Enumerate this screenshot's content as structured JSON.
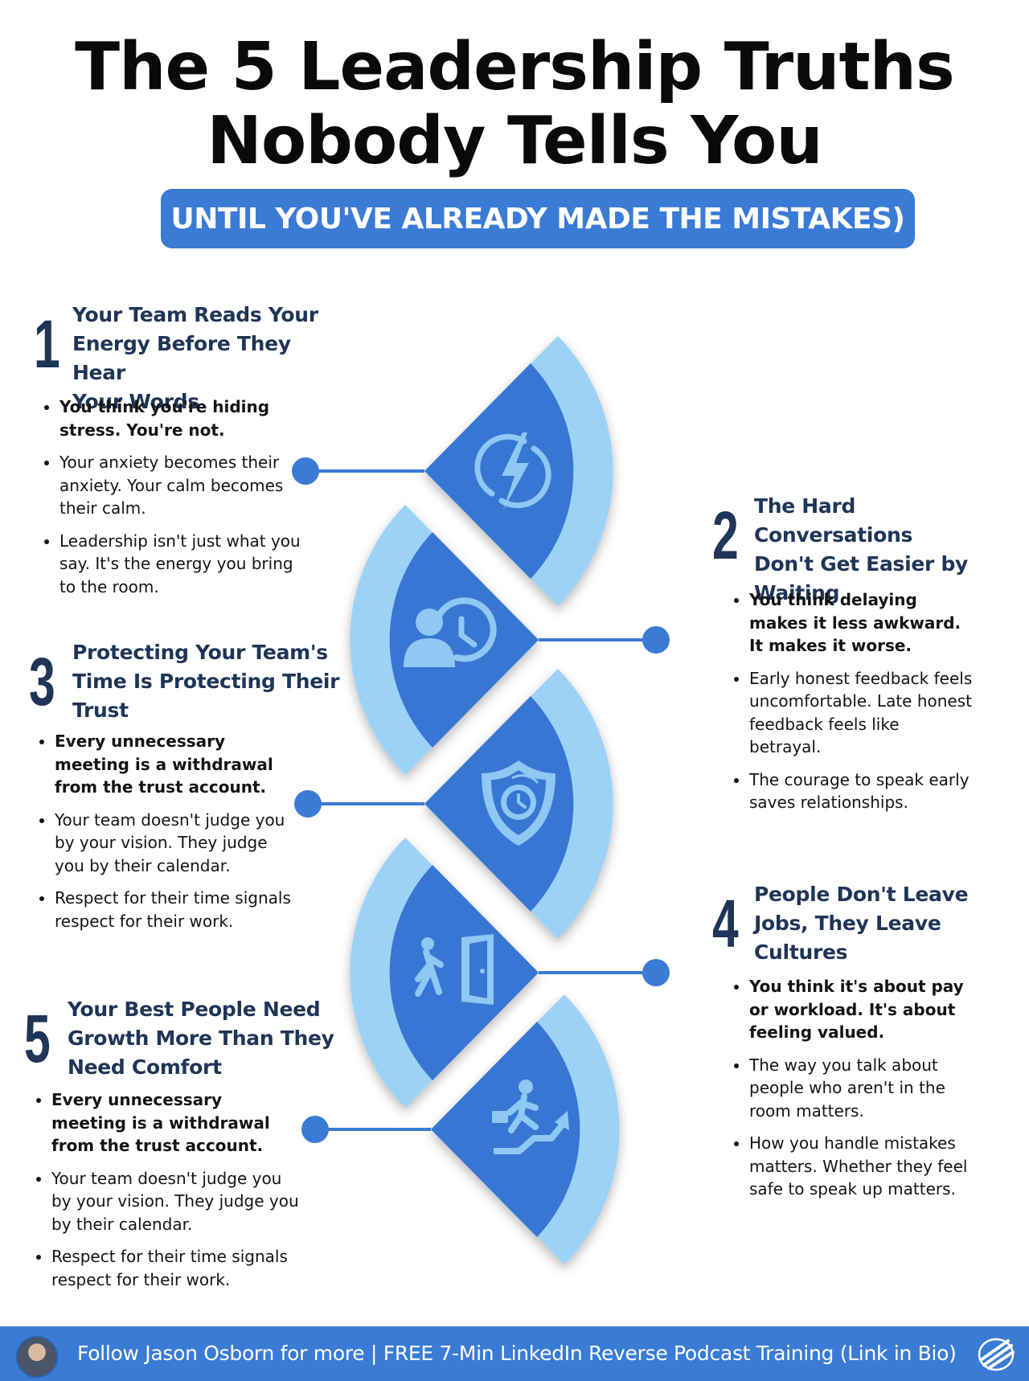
{
  "title": {
    "line1": "The 5 Leadership Truths",
    "line2": "Nobody Tells You"
  },
  "subtitle": "UNTIL YOU'VE ALREADY MADE THE MISTAKES)",
  "colors": {
    "accent": "#3a7bd5",
    "light": "#9dd2f7",
    "heading": "#1f3557",
    "dark_blue": "#3776d3"
  },
  "truths": [
    {
      "number": "1",
      "heading": [
        "Your Team Reads Your",
        "Energy Before They Hear",
        "Your Words"
      ],
      "bullets": [
        "You think you're hiding stress. You're not.",
        "Your anxiety becomes their anxiety. Your calm becomes their calm.",
        "Leadership isn't just what you say. It's the energy you bring to the room."
      ],
      "icon": "lightning-icon"
    },
    {
      "number": "2",
      "heading": [
        "The Hard Conversations",
        "Don't Get Easier by",
        "Waiting"
      ],
      "bullets": [
        "You think delaying makes it less awkward. It makes it worse.",
        "Early honest feedback feels uncomfortable. Late honest feedback feels like betrayal.",
        "The courage to speak early saves relationships."
      ],
      "icon": "person-clock-icon"
    },
    {
      "number": "3",
      "heading": [
        "Protecting Your Team's",
        "Time Is Protecting Their",
        "Trust"
      ],
      "bullets": [
        "Every unnecessary meeting is a withdrawal from the trust account.",
        "Your team doesn't judge you by your vision. They judge you by their calendar.",
        "Respect for their time signals respect for their work."
      ],
      "icon": "shield-clock-icon"
    },
    {
      "number": "4",
      "heading": [
        "People Don't Leave",
        "Jobs, They Leave",
        "Cultures"
      ],
      "bullets": [
        "You think it's about pay or workload. It's about feeling valued.",
        "The way you talk about people who aren't in the room matters.",
        "How you handle mistakes matters. Whether they feel safe to speak up matters."
      ],
      "icon": "person-exit-door-icon"
    },
    {
      "number": "5",
      "heading": [
        "Your Best People Need",
        "Growth More Than They",
        "Need Comfort"
      ],
      "bullets": [
        "Every unnecessary meeting is a withdrawal from the trust account.",
        "Your team doesn't judge you by your vision. They judge you by their calendar.",
        "Respect for their time signals respect for their work."
      ],
      "icon": "person-climbing-growth-icon"
    }
  ],
  "footer": {
    "text": "Follow Jason Osborn for more | FREE 7-Min LinkedIn Reverse Podcast Training (Link in Bio)",
    "avatar_icon": "avatar",
    "logo_icon": "brand-logo-icon"
  }
}
